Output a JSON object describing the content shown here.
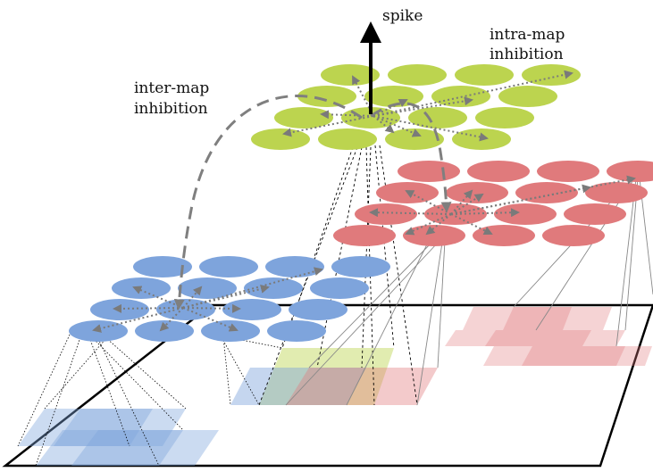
{
  "labels": {
    "spike": "spike",
    "intra_map_line1": "intra-map",
    "intra_map_line2": "inhibition",
    "inter_map_line1": "inter-map",
    "inter_map_line2": "inhibition"
  },
  "colors": {
    "green_map": "#bcd44f",
    "red_map": "#e07a7c",
    "blue_map": "#7ea4dc",
    "arrow_gray": "#7a7a7a",
    "dashed_arc": "#7f7f7f",
    "plane_border": "#000000"
  },
  "maps": [
    {
      "name": "green",
      "rows": 4,
      "cols": 4
    },
    {
      "name": "red",
      "rows": 4,
      "cols": 4
    },
    {
      "name": "blue",
      "rows": 4,
      "cols": 4
    }
  ]
}
